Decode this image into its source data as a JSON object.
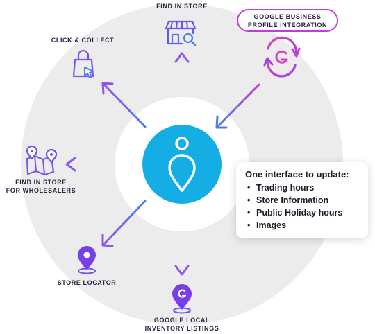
{
  "spokes": {
    "find_in_store": "FIND IN STORE",
    "click_collect": "CLICK & COLLECT",
    "google_business": [
      "GOOGLE BUSINESS",
      "PROFILE INTEGRATION"
    ],
    "wholesalers": [
      "FIND IN STORE",
      "FOR WHOLESALERS"
    ],
    "store_locator": "STORE LOCATOR",
    "google_local": [
      "GOOGLE LOCAL",
      "INVENTORY LISTINGS"
    ]
  },
  "info_card": {
    "title": "One interface to update:",
    "items": [
      "Trading hours",
      "Store Information",
      "Public Holiday hours",
      "Images"
    ]
  },
  "colors": {
    "arrow_violet": "#8b56f0",
    "arrow_blue": "#4d7cf2",
    "arrow_magenta": "#c93bd8",
    "hub": "#14aee5",
    "ring": "#ececec",
    "label": "#2b2140"
  },
  "icons": {
    "hub": "location-pin-icon",
    "find_in_store": "storefront-search-icon",
    "click_collect": "shopping-bag-cursor-icon",
    "google_business": "google-sync-icon",
    "wholesalers": "map-pins-icon",
    "store_locator": "map-pin-icon",
    "google_local": "google-pin-icon"
  }
}
